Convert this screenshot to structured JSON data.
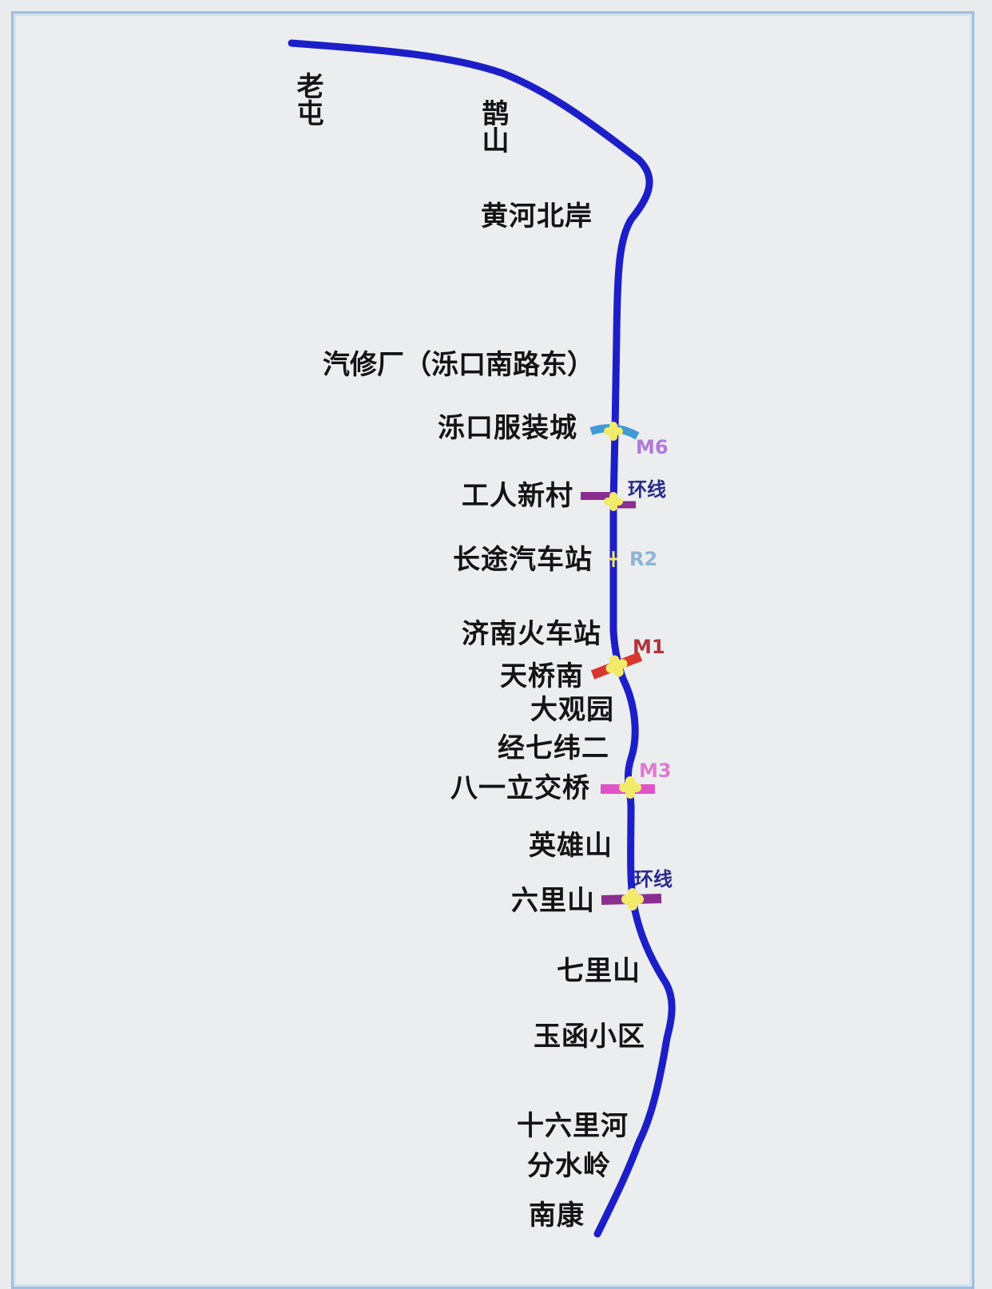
{
  "map": {
    "line_color": "#1c1fc8",
    "interchange_marker_color": "#f2ea6a",
    "stations": [
      {
        "name": "老屯",
        "orientation": "vertical"
      },
      {
        "name": "鹊山",
        "orientation": "vertical"
      },
      {
        "name": "黄河北岸"
      },
      {
        "name": "汽修厂（泺口南路东）"
      },
      {
        "name": "泺口服装城",
        "transfer": "M6"
      },
      {
        "name": "工人新村",
        "transfer": "环线"
      },
      {
        "name": "长途汽车站",
        "transfer": "R2"
      },
      {
        "name": "济南火车站"
      },
      {
        "name": "天桥南",
        "transfer": "M1"
      },
      {
        "name": "大观园"
      },
      {
        "name": "经七纬二"
      },
      {
        "name": "八一立交桥",
        "transfer": "M3"
      },
      {
        "name": "英雄山"
      },
      {
        "name": "六里山",
        "transfer": "环线"
      },
      {
        "name": "七里山"
      },
      {
        "name": "玉函小区"
      },
      {
        "name": "十六里河"
      },
      {
        "name": "分水岭"
      },
      {
        "name": "南康"
      }
    ],
    "transfer_lines": {
      "M6": {
        "label": "M6",
        "color": "#3f9ad6",
        "label_color": "#b07ad8"
      },
      "ring1": {
        "label": "环线",
        "color": "#8a2f8f",
        "label_color": "#2a2a8a"
      },
      "R2": {
        "label": "R2",
        "color": "#8fb3d6",
        "label_color": "#8fb3d6"
      },
      "M1": {
        "label": "M1",
        "color": "#d8372e",
        "label_color": "#b0343a"
      },
      "M3": {
        "label": "M3",
        "color": "#e052c8",
        "label_color": "#e07ad0"
      },
      "ring2": {
        "label": "环线",
        "color": "#8a2f8f",
        "label_color": "#2a2a8a"
      }
    }
  }
}
